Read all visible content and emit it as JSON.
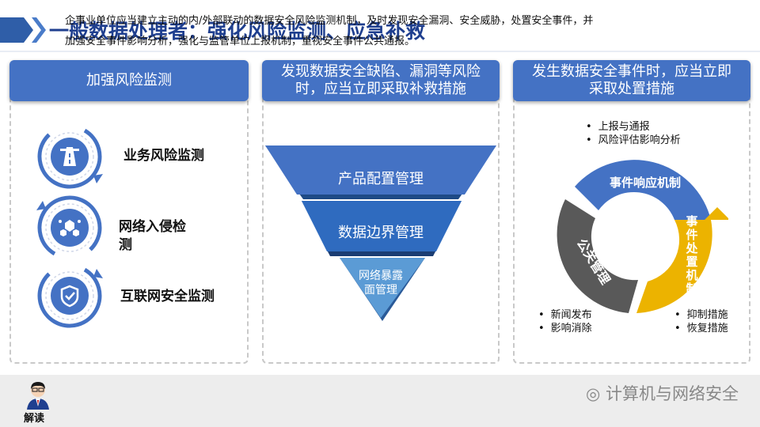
{
  "title": "一般数据处理者：强化风险监测、应急补救",
  "colors": {
    "primary": "#4472c4",
    "dark": "#1f3f8f",
    "funnel_mid": "#2f6bbf",
    "funnel_bottom": "#5b9bd5",
    "gold": "#ecb300",
    "gray": "#595959"
  },
  "col1": {
    "header": "加强风险监测",
    "items": [
      {
        "label": "业务风险监测",
        "icon": "highway-road-icon"
      },
      {
        "label_line1": "网络入侵检",
        "label_line2": "测",
        "icon": "network-nodes-icon"
      },
      {
        "label": "互联网安全监测",
        "icon": "shield-check-icon"
      }
    ]
  },
  "col2": {
    "header_line1": "发现数据安全缺陷、漏洞等风险",
    "header_line2": "时，应当立即采取补救措施",
    "funnel": [
      {
        "label": "产品配置管理"
      },
      {
        "label": "数据边界管理"
      },
      {
        "label_line1": "网络暴露",
        "label_line2": "面管理"
      }
    ]
  },
  "col3": {
    "header_line1": "发生数据安全事件时，应当立即",
    "header_line2": "采取处置措施",
    "ring": {
      "blue": "事件响应机制",
      "gold_lines": [
        "事",
        "件",
        "处",
        "置",
        "机",
        "制"
      ],
      "gray": "公关管理"
    },
    "bullets_top": [
      "上报与通报",
      "风险评估影响分析"
    ],
    "bullets_left": [
      "新闻发布",
      "影响消除"
    ],
    "bullets_right": [
      "抑制措施",
      "恢复措施"
    ]
  },
  "footer": {
    "label": "解读",
    "text": "企事业单位应当建立主动的内/外部联动的数据安全风险监测机制，及时发现安全漏洞、安全威胁，处置安全事件，并加强安全事件影响分析，强化与监管单位上报机制，重视安全事件公共通报。",
    "watermark": "计算机与网络安全"
  }
}
